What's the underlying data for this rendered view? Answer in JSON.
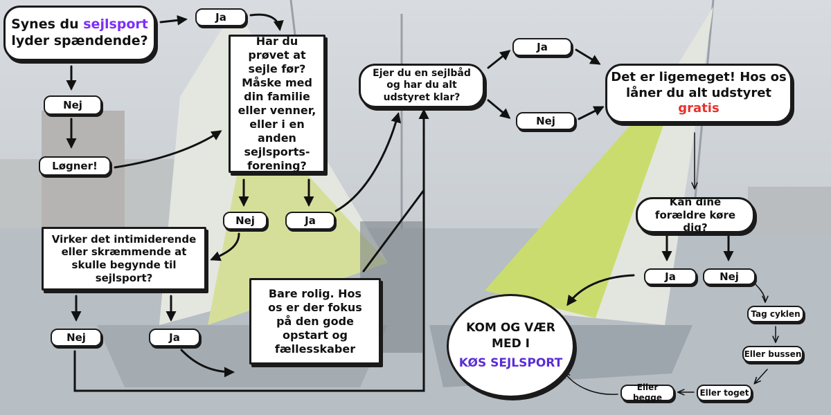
{
  "start": {
    "prefix": "Synes du ",
    "highlight": "sejlsport",
    "line2": "lyder spændende?"
  },
  "ja1": "Ja",
  "nej1": "Nej",
  "logner": "Løgner!",
  "q2": {
    "text": "Har du prøvet at sejle før? Måske med din familie eller venner, eller i en anden sejlsports-forening?"
  },
  "nej2": "Nej",
  "ja2": "Ja",
  "q3": {
    "text": "Virker det intimiderende eller skræmmende at skulle begynde til sejlsport?"
  },
  "nej3": "Nej",
  "ja3": "Ja",
  "calm": {
    "text": "Bare rolig. Hos os er der fokus på den gode opstart og fællesskaber"
  },
  "q4": {
    "text": "Ejer du en sejlbåd og har du alt udstyret klar?"
  },
  "ja4": "Ja",
  "nej4": "Nej",
  "free": {
    "line1": "Det er ligemeget! Hos os",
    "line2": "låner du alt udstyret ",
    "highlight": "gratis"
  },
  "q5": {
    "text": "Kan dine forældre køre dig?"
  },
  "ja5": "Ja",
  "nej5": "Nej",
  "bike": "Tag cyklen",
  "bus": "Eller bussen",
  "train": "Eller toget",
  "both": "Eller begge",
  "finale": {
    "line1": "KOM OG VÆR",
    "line2": "MED I",
    "line3": "KØS SEJLSPORT"
  },
  "colors": {
    "accent_purple": "#7b2ff7",
    "accent_red": "#e8312b",
    "sail_green": "#c9dc63"
  }
}
